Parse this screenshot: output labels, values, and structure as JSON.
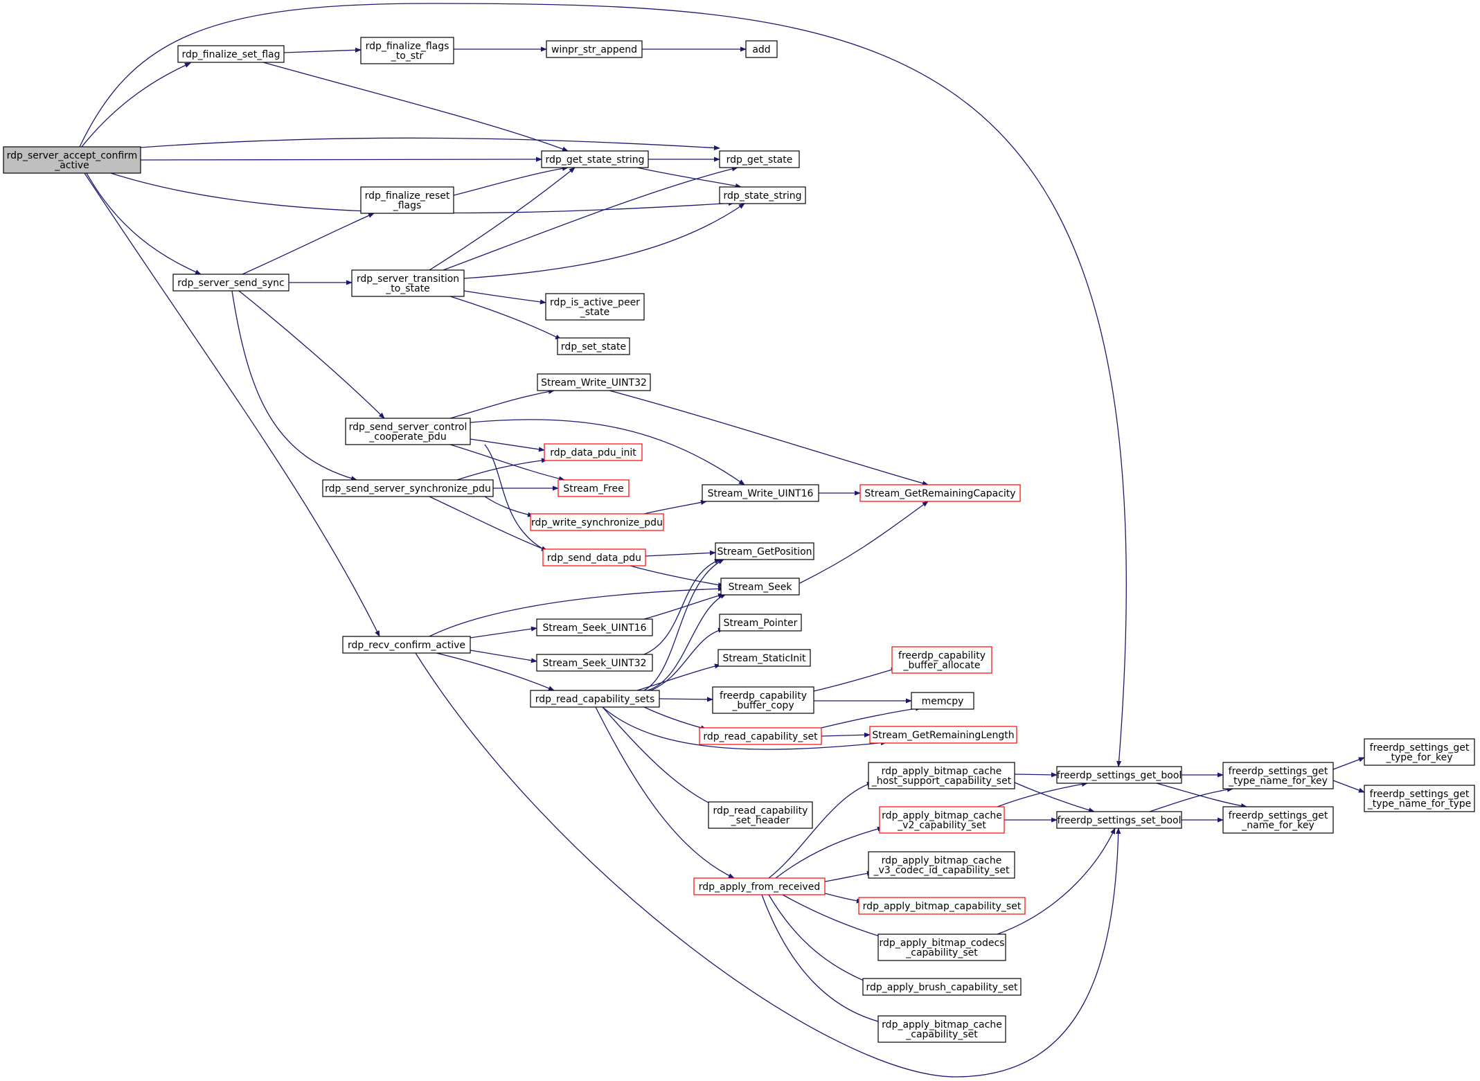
{
  "graph": {
    "nodes": [
      {
        "id": "root",
        "lines": [
          "rdp_server_accept_confirm",
          "_active"
        ],
        "style": "root"
      },
      {
        "id": "finalize_set_flag",
        "lines": [
          "rdp_finalize_set_flag"
        ],
        "style": "normal"
      },
      {
        "id": "finalize_flags_to_str",
        "lines": [
          "rdp_finalize_flags",
          "_to_str"
        ],
        "style": "normal"
      },
      {
        "id": "winpr_str_append",
        "lines": [
          "winpr_str_append"
        ],
        "style": "normal"
      },
      {
        "id": "add",
        "lines": [
          "add"
        ],
        "style": "normal"
      },
      {
        "id": "get_state_string",
        "lines": [
          "rdp_get_state_string"
        ],
        "style": "normal"
      },
      {
        "id": "get_state",
        "lines": [
          "rdp_get_state"
        ],
        "style": "normal"
      },
      {
        "id": "finalize_reset_flags",
        "lines": [
          "rdp_finalize_reset",
          "_flags"
        ],
        "style": "normal"
      },
      {
        "id": "state_string",
        "lines": [
          "rdp_state_string"
        ],
        "style": "normal"
      },
      {
        "id": "server_send_sync",
        "lines": [
          "rdp_server_send_sync"
        ],
        "style": "normal"
      },
      {
        "id": "server_transition",
        "lines": [
          "rdp_server_transition",
          "_to_state"
        ],
        "style": "normal"
      },
      {
        "id": "is_active_peer",
        "lines": [
          "rdp_is_active_peer",
          "_state"
        ],
        "style": "normal"
      },
      {
        "id": "set_state",
        "lines": [
          "rdp_set_state"
        ],
        "style": "normal"
      },
      {
        "id": "write_uint32",
        "lines": [
          "Stream_Write_UINT32"
        ],
        "style": "normal"
      },
      {
        "id": "send_control",
        "lines": [
          "rdp_send_server_control",
          "_cooperate_pdu"
        ],
        "style": "normal"
      },
      {
        "id": "data_pdu_init",
        "lines": [
          "rdp_data_pdu_init"
        ],
        "style": "red"
      },
      {
        "id": "send_sync_pdu",
        "lines": [
          "rdp_send_server_synchronize_pdu"
        ],
        "style": "normal"
      },
      {
        "id": "stream_free",
        "lines": [
          "Stream_Free"
        ],
        "style": "red"
      },
      {
        "id": "write_uint16",
        "lines": [
          "Stream_Write_UINT16"
        ],
        "style": "normal"
      },
      {
        "id": "remaining_capacity",
        "lines": [
          "Stream_GetRemainingCapacity"
        ],
        "style": "red"
      },
      {
        "id": "write_sync_pdu",
        "lines": [
          "rdp_write_synchronize_pdu"
        ],
        "style": "red"
      },
      {
        "id": "send_data_pdu",
        "lines": [
          "rdp_send_data_pdu"
        ],
        "style": "red"
      },
      {
        "id": "get_position",
        "lines": [
          "Stream_GetPosition"
        ],
        "style": "normal"
      },
      {
        "id": "stream_seek",
        "lines": [
          "Stream_Seek"
        ],
        "style": "normal"
      },
      {
        "id": "seek_uint16",
        "lines": [
          "Stream_Seek_UINT16"
        ],
        "style": "normal"
      },
      {
        "id": "recv_confirm",
        "lines": [
          "rdp_recv_confirm_active"
        ],
        "style": "normal"
      },
      {
        "id": "stream_pointer",
        "lines": [
          "Stream_Pointer"
        ],
        "style": "normal"
      },
      {
        "id": "seek_uint32",
        "lines": [
          "Stream_Seek_UINT32"
        ],
        "style": "normal"
      },
      {
        "id": "static_init",
        "lines": [
          "Stream_StaticInit"
        ],
        "style": "normal"
      },
      {
        "id": "cap_buffer_allocate",
        "lines": [
          "freerdp_capability",
          "_buffer_allocate"
        ],
        "style": "red"
      },
      {
        "id": "read_cap_sets",
        "lines": [
          "rdp_read_capability_sets"
        ],
        "style": "normal"
      },
      {
        "id": "cap_buffer_copy",
        "lines": [
          "freerdp_capability",
          "_buffer_copy"
        ],
        "style": "normal"
      },
      {
        "id": "memcpy",
        "lines": [
          "memcpy"
        ],
        "style": "normal"
      },
      {
        "id": "read_cap_set",
        "lines": [
          "rdp_read_capability_set"
        ],
        "style": "red"
      },
      {
        "id": "remaining_length",
        "lines": [
          "Stream_GetRemainingLength"
        ],
        "style": "red"
      },
      {
        "id": "get_type_for_key",
        "lines": [
          "freerdp_settings_get",
          "_type_for_key"
        ],
        "style": "normal"
      },
      {
        "id": "host_support",
        "lines": [
          "rdp_apply_bitmap_cache",
          "_host_support_capability_set"
        ],
        "style": "normal"
      },
      {
        "id": "get_bool",
        "lines": [
          "freerdp_settings_get_bool"
        ],
        "style": "normal"
      },
      {
        "id": "get_type_name_for_key",
        "lines": [
          "freerdp_settings_get",
          "_type_name_for_key"
        ],
        "style": "normal"
      },
      {
        "id": "get_type_name_for_type",
        "lines": [
          "freerdp_settings_get",
          "_type_name_for_type"
        ],
        "style": "normal"
      },
      {
        "id": "read_cap_set_header",
        "lines": [
          "rdp_read_capability",
          "_set_header"
        ],
        "style": "normal"
      },
      {
        "id": "bitmap_cache_v2",
        "lines": [
          "rdp_apply_bitmap_cache",
          "_v2_capability_set"
        ],
        "style": "red"
      },
      {
        "id": "set_bool",
        "lines": [
          "freerdp_settings_set_bool"
        ],
        "style": "normal"
      },
      {
        "id": "get_name_for_key",
        "lines": [
          "freerdp_settings_get",
          "_name_for_key"
        ],
        "style": "normal"
      },
      {
        "id": "bitmap_cache_v3",
        "lines": [
          "rdp_apply_bitmap_cache",
          "_v3_codec_id_capability_set"
        ],
        "style": "normal"
      },
      {
        "id": "apply_from_received",
        "lines": [
          "rdp_apply_from_received"
        ],
        "style": "red"
      },
      {
        "id": "bitmap_capability",
        "lines": [
          "rdp_apply_bitmap_capability_set"
        ],
        "style": "red"
      },
      {
        "id": "bitmap_codecs",
        "lines": [
          "rdp_apply_bitmap_codecs",
          "_capability_set"
        ],
        "style": "normal"
      },
      {
        "id": "brush_capability",
        "lines": [
          "rdp_apply_brush_capability_set"
        ],
        "style": "normal"
      },
      {
        "id": "bitmap_cache_capability",
        "lines": [
          "rdp_apply_bitmap_cache",
          "_capability_set"
        ],
        "style": "normal"
      }
    ]
  }
}
